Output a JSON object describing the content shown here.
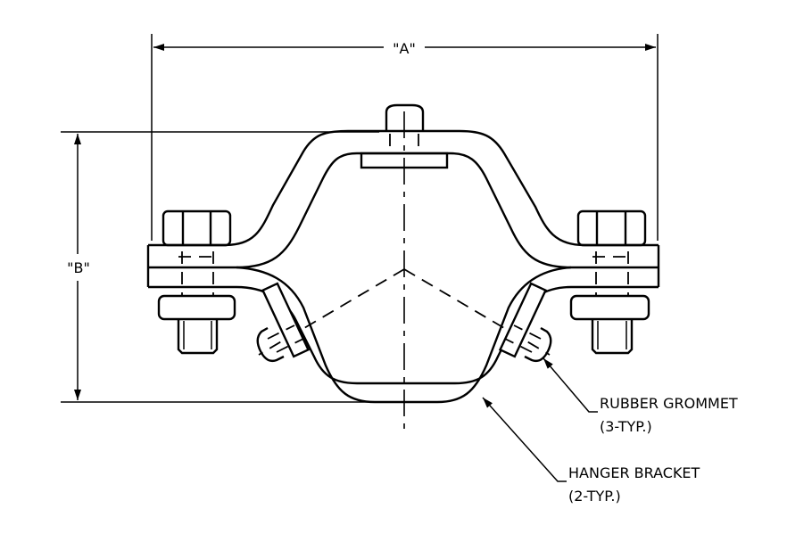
{
  "drawing": {
    "dimensions": {
      "width_label": "\"A\"",
      "height_label": "\"B\""
    },
    "callouts": [
      {
        "name": "rubber-grommet",
        "label": "RUBBER GROMMET",
        "qty": "(3-TYP.)"
      },
      {
        "name": "hanger-bracket",
        "label": "HANGER BRACKET",
        "qty": "(2-TYP.)"
      }
    ]
  }
}
